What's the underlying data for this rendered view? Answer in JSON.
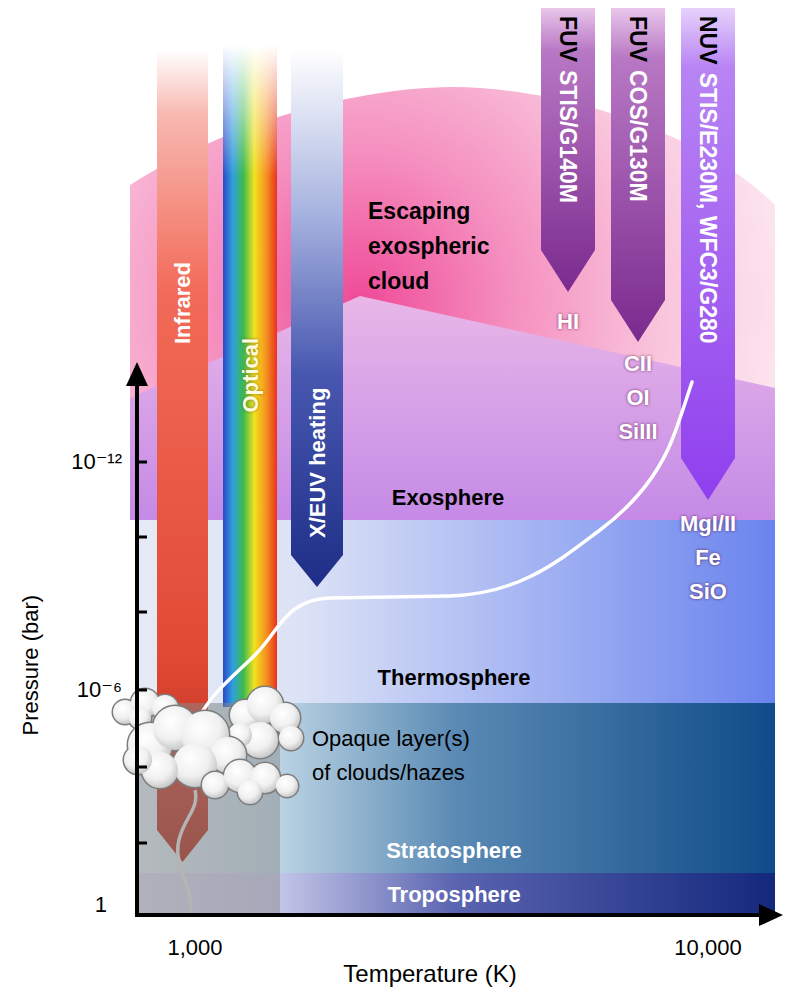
{
  "diagram": {
    "nodes": [
      {
        "text": [
          "FUV",
          "STIS/G140M",
          "HI"
        ]
      },
      {
        "text": [
          "FUV",
          "COS/G130M",
          "CII",
          "OI",
          "SiIII"
        ]
      },
      {
        "text": [
          "NUV",
          "STIS/E230M, WFC3/G280",
          "MgI/II",
          "Fe",
          "SiO"
        ]
      },
      {
        "text": [
          "Escaping exospheric cloud"
        ]
      },
      {
        "text": [
          "Infrared"
        ]
      },
      {
        "text": [
          "Optical"
        ]
      },
      {
        "text": [
          "X/EUV heating"
        ]
      },
      {
        "text": [
          "Exosphere"
        ]
      },
      {
        "text": [
          "Thermosphere"
        ]
      },
      {
        "text": [
          "Stratosphere"
        ]
      },
      {
        "text": [
          "Troposphere"
        ]
      }
    ],
    "labels": [
      "Opaque layer(s) of clouds/hazes",
      "10⁻¹²",
      "10⁻⁶",
      "1",
      "1,000",
      "10,000",
      "Pressure (bar)",
      "Temperature (K)"
    ]
  }
}
